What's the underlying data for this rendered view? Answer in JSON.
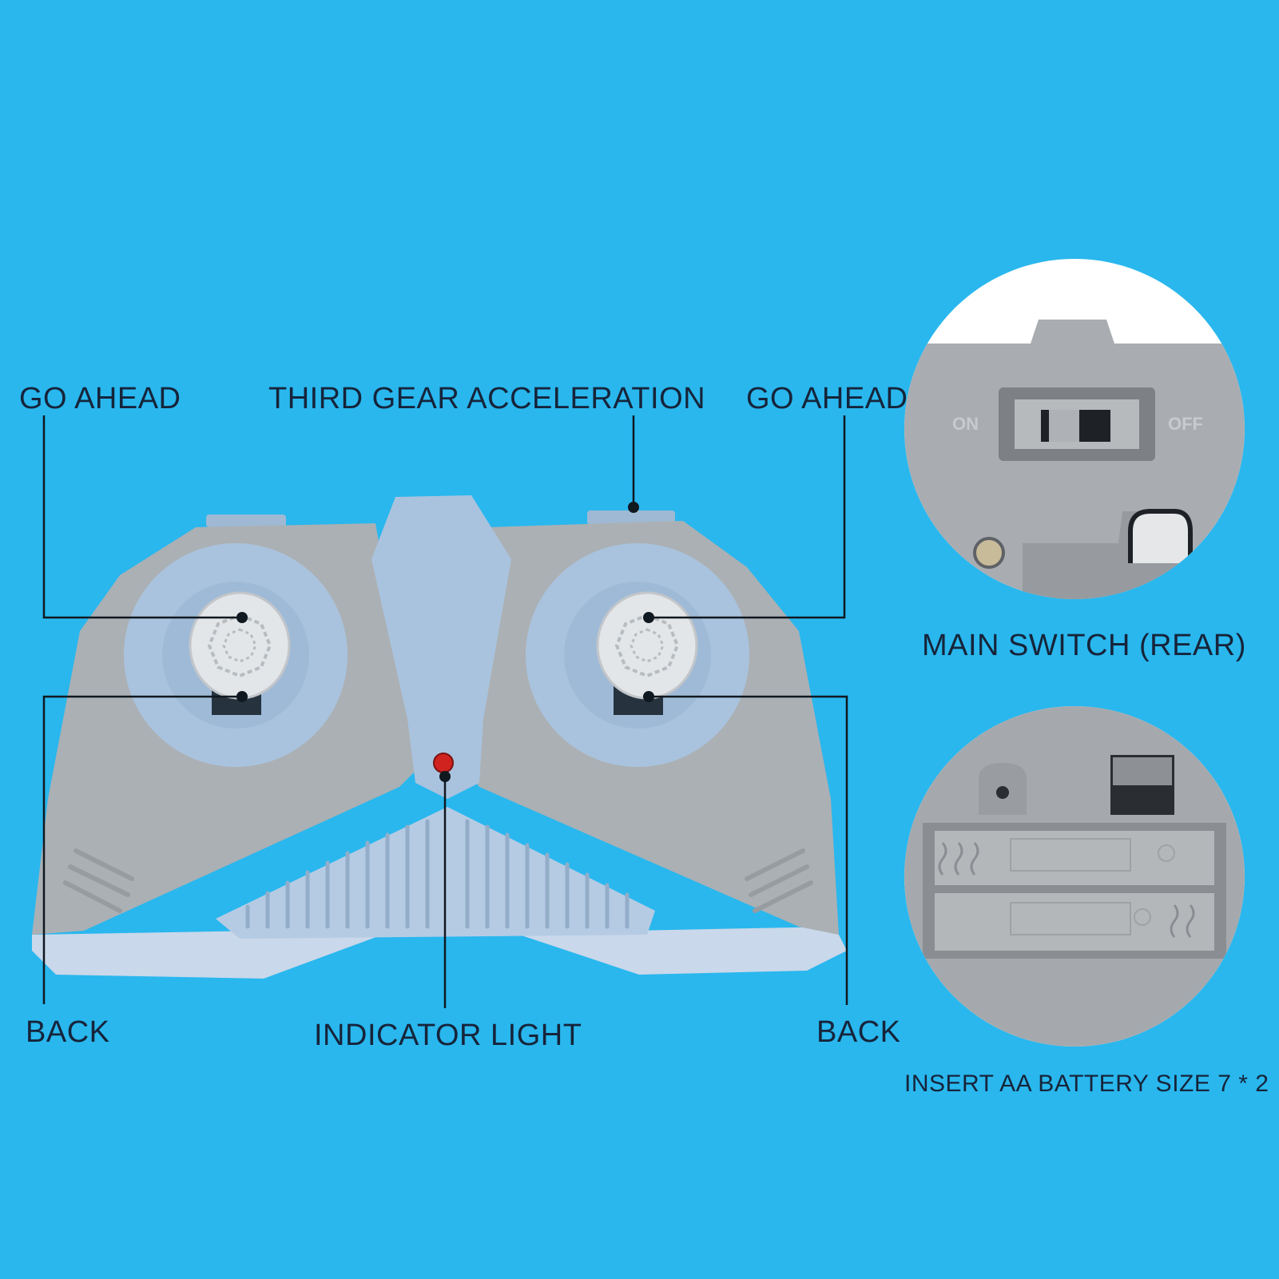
{
  "labels": {
    "go_ahead_left": "GO AHEAD",
    "third_gear": "THIRD GEAR ACCELERATION",
    "go_ahead_right": "GO AHEAD",
    "back_left": "BACK",
    "indicator_light": "INDICATOR LIGHT",
    "back_right": "BACK",
    "main_switch": "MAIN SWITCH (REAR)",
    "battery": "INSERT AA BATTERY SIZE 7 * 2"
  },
  "switch": {
    "on": "ON",
    "off": "OFF"
  },
  "colors": {
    "background": "#29b7ee",
    "shell_gray": "#a9aeb2",
    "shell_blue": "#a9c3de",
    "led": "#d0231f",
    "text": "#16243a"
  }
}
